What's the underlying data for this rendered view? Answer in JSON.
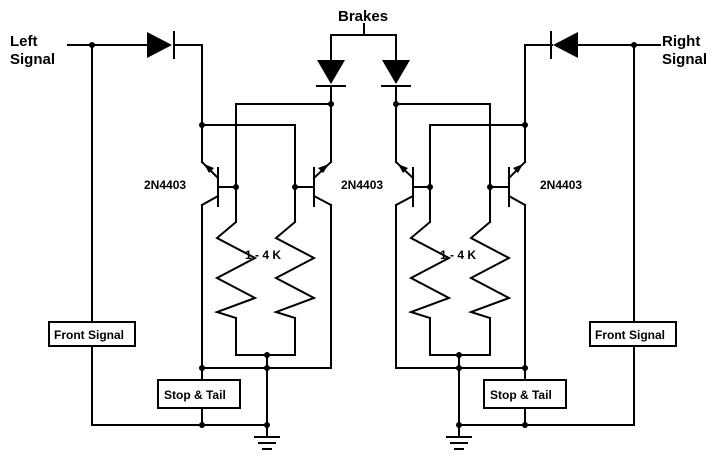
{
  "labels": {
    "brakes": "Brakes",
    "left_signal_line1": "Left",
    "left_signal_line2": "Signal",
    "right_signal_line1": "Right",
    "right_signal_line2": "Signal",
    "transistor_left_outer": "2N4403",
    "transistor_left_inner": "2N4403",
    "transistor_right_outer": "2N4403",
    "resistor_left": "1 - 4 K",
    "resistor_right": "1 - 4 K",
    "front_signal_left": "Front Signal",
    "front_signal_right": "Front Signal",
    "stop_tail_left": "Stop & Tail",
    "stop_tail_right": "Stop & Tail"
  }
}
